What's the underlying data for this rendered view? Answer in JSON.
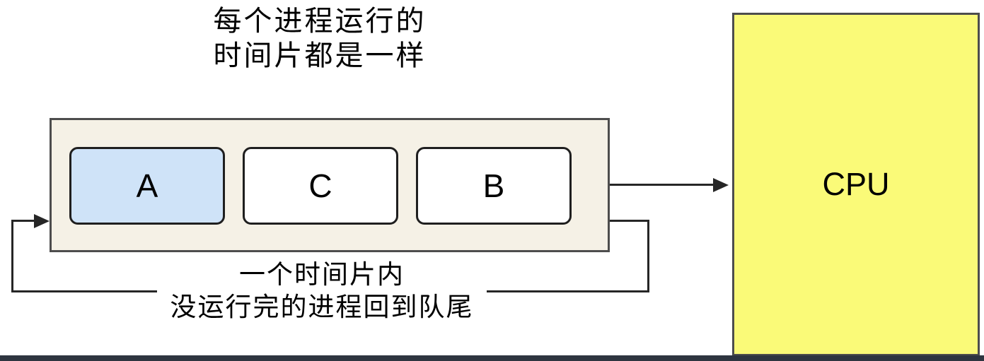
{
  "notes": {
    "top": {
      "line1": "每个进程运行的",
      "line2": "时间片都是一样"
    },
    "bottom": {
      "line1": "一个时间片内",
      "line2": "没运行完的进程回到队尾"
    }
  },
  "queue": {
    "processes": [
      {
        "label": "A",
        "highlighted": true
      },
      {
        "label": "C",
        "highlighted": false
      },
      {
        "label": "B",
        "highlighted": false
      }
    ]
  },
  "cpu": {
    "label": "CPU"
  },
  "colors": {
    "queue_fill": "#f5f1e6",
    "process_highlight_fill": "#cfe3f8",
    "process_default_fill": "#ffffff",
    "cpu_fill": "#fafa78",
    "line": "#262626",
    "bottom_bar": "#2e3540"
  }
}
